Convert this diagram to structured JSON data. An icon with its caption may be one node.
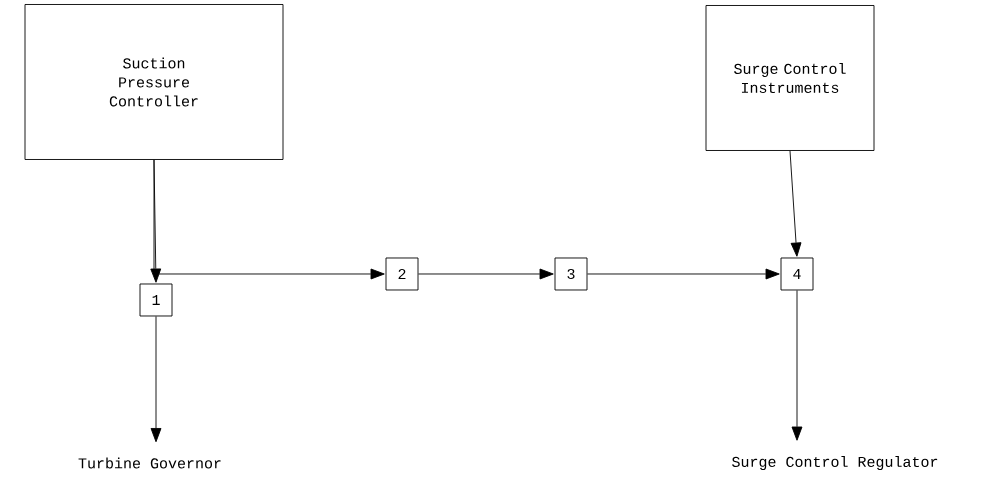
{
  "diagram": {
    "nodes": [
      {
        "text": [
          "Suction Pressure Controller"
        ]
      },
      {
        "text": [
          "Surge Control Instruments"
        ]
      },
      {
        "text": [
          "1"
        ]
      },
      {
        "text": [
          "2"
        ]
      },
      {
        "text": [
          "3"
        ]
      },
      {
        "text": [
          "4"
        ]
      },
      {
        "text": [
          "Turbine Governor"
        ]
      },
      {
        "text": [
          "Surge Control Regulator"
        ]
      }
    ],
    "edges": [
      {
        "from": 0,
        "to": 2,
        "arrow": "to"
      },
      {
        "from": 0,
        "to": 3,
        "arrow": "to"
      },
      {
        "from": 3,
        "to": 4,
        "arrow": "to"
      },
      {
        "from": 4,
        "to": 5,
        "arrow": "to"
      },
      {
        "from": 1,
        "to": 5,
        "arrow": "to"
      },
      {
        "from": 2,
        "to": 6,
        "arrow": "to"
      },
      {
        "from": 5,
        "to": 7,
        "arrow": "to"
      }
    ]
  }
}
